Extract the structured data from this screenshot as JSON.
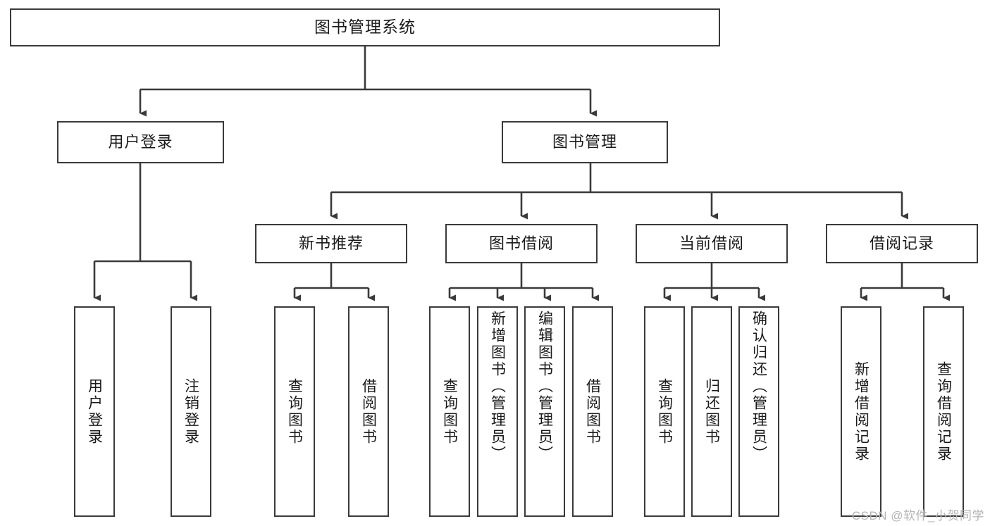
{
  "diagram": {
    "title": "图书管理系统",
    "type": "tree-hierarchy",
    "background_color": "#ffffff",
    "box_border_color": "#3a3a3a",
    "text_color": "#1a1a1a",
    "connector_color": "#3a3a3a"
  },
  "root": {
    "label": "图书管理系统"
  },
  "level1": [
    {
      "label": "用户登录"
    },
    {
      "label": "图书管理"
    }
  ],
  "level2": [
    {
      "label": "新书推荐"
    },
    {
      "label": "图书借阅"
    },
    {
      "label": "当前借阅"
    },
    {
      "label": "借阅记录"
    }
  ],
  "leaves": {
    "user_login": [
      {
        "label": "用户登录"
      },
      {
        "label": "注销登录"
      }
    ],
    "new_book": [
      {
        "label": "查询图书"
      },
      {
        "label": "借阅图书"
      }
    ],
    "book_borrow": [
      {
        "label": "查询图书"
      },
      {
        "label": "新增图书（管理员）"
      },
      {
        "label": "编辑图书（管理员）"
      },
      {
        "label": "借阅图书"
      }
    ],
    "current_borrow": [
      {
        "label": "查询图书"
      },
      {
        "label": "归还图书"
      },
      {
        "label": "确认归还（管理员）"
      }
    ],
    "borrow_record": [
      {
        "label": "新增借阅记录"
      },
      {
        "label": "查询借阅记录"
      }
    ]
  },
  "watermark": {
    "text": "CSDN @软件_小贺同学"
  }
}
